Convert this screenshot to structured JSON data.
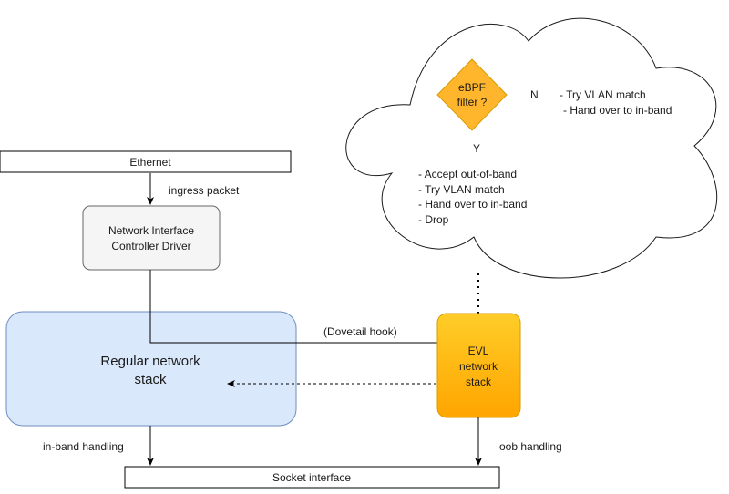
{
  "nodes": {
    "ethernet": "Ethernet",
    "nic_driver_line1": "Network Interface",
    "nic_driver_line2": "Controller Driver",
    "regular_stack_line1": "Regular network",
    "regular_stack_line2": "stack",
    "evl_line1": "EVL",
    "evl_line2": "network",
    "evl_line3": "stack",
    "socket_interface": "Socket interface",
    "ebpf_line1": "eBPF",
    "ebpf_line2": "filter ?"
  },
  "edge_labels": {
    "ingress": "ingress packet",
    "dovetail": "(Dovetail hook)",
    "in_band": "in-band handling",
    "oob": "oob handling",
    "no": "N",
    "yes": "Y"
  },
  "cloud": {
    "no_actions": [
      "- Try VLAN match",
      "- Hand over to in-band"
    ],
    "yes_actions": [
      "- Accept out-of-band",
      "- Try VLAN match",
      "- Hand over to in-band",
      "- Drop"
    ]
  },
  "colors": {
    "regular_stack_fill": "#dae8fc",
    "regular_stack_stroke": "#6c8ebf",
    "evl_fill_top": "#ffcd28",
    "evl_fill_bottom": "#ffa500",
    "evl_stroke": "#d79b00",
    "ebpf_fill": "#ffb62c",
    "nic_fill": "#f5f5f5",
    "nic_stroke": "#666666"
  }
}
